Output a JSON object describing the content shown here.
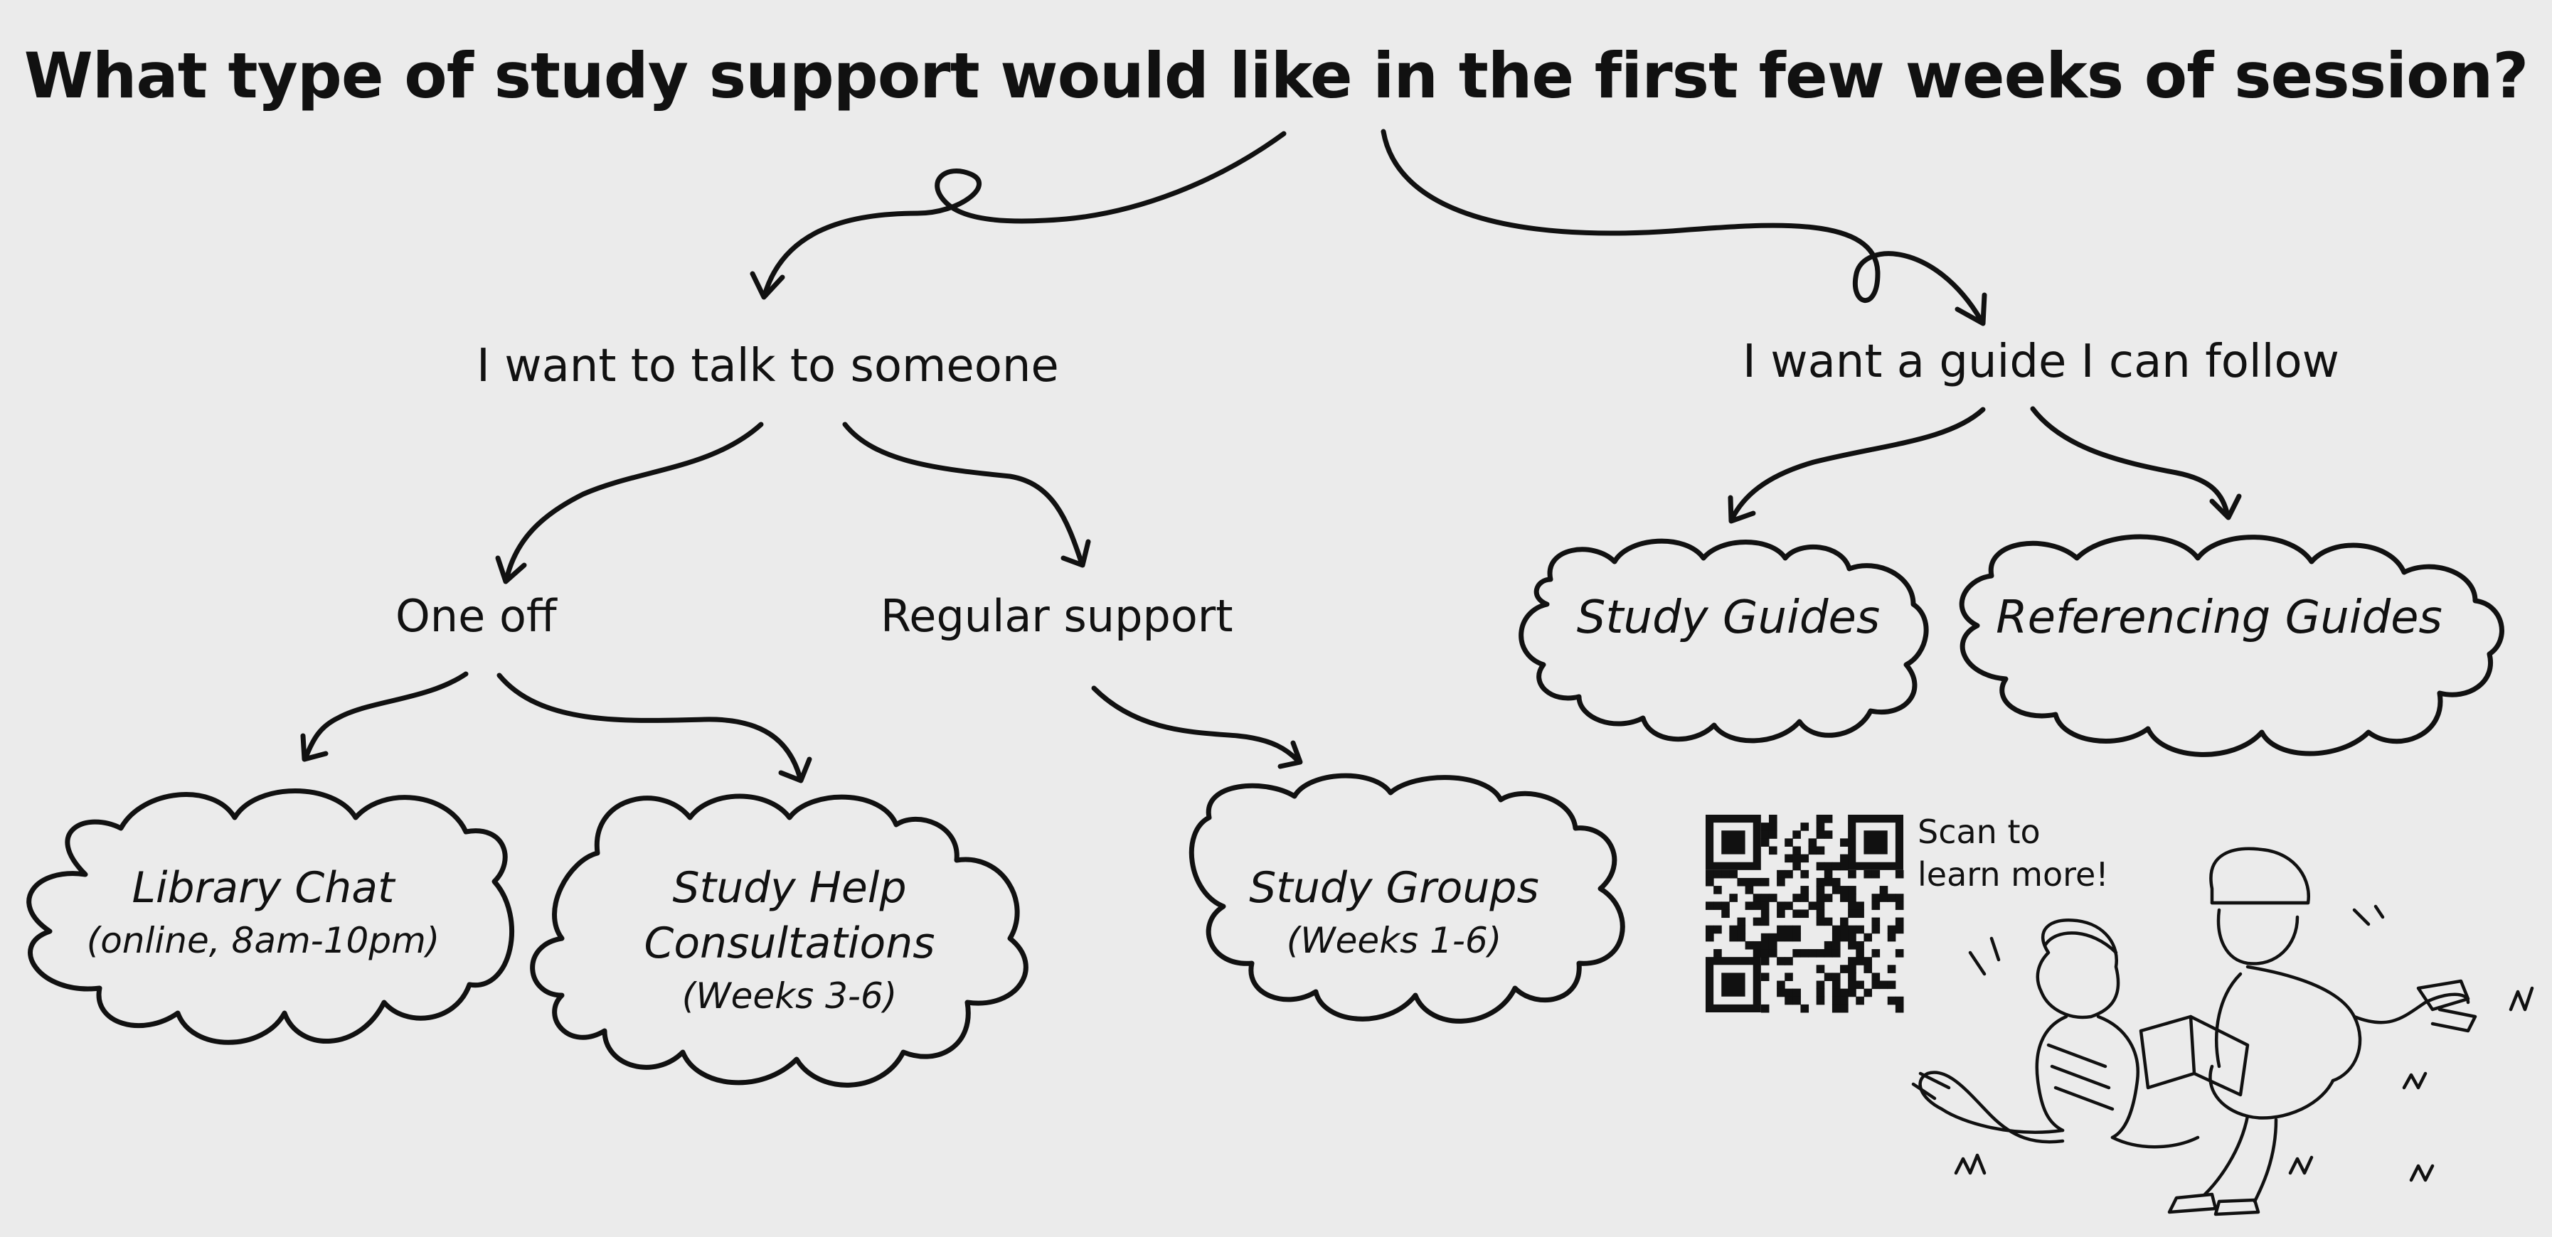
{
  "title": "What type of study support would like in the first few weeks of session?",
  "branches": {
    "talk": "I want to talk to someone",
    "guide": "I  want a guide I can follow"
  },
  "options": {
    "one_off": "One off",
    "regular": "Regular support"
  },
  "clouds": {
    "library_chat": {
      "title": "Library Chat",
      "detail": "(online, 8am-10pm)"
    },
    "consultations": {
      "title_line1": "Study Help",
      "title_line2": "Consultations",
      "detail": "(Weeks 3-6)"
    },
    "study_groups": {
      "title": "Study Groups",
      "detail": "(Weeks 1-6)"
    },
    "study_guides": {
      "title": "Study Guides"
    },
    "referencing_guides": {
      "title": "Referencing Guides"
    }
  },
  "qr": {
    "caption_line1": "Scan to",
    "caption_line2": "learn more!"
  }
}
